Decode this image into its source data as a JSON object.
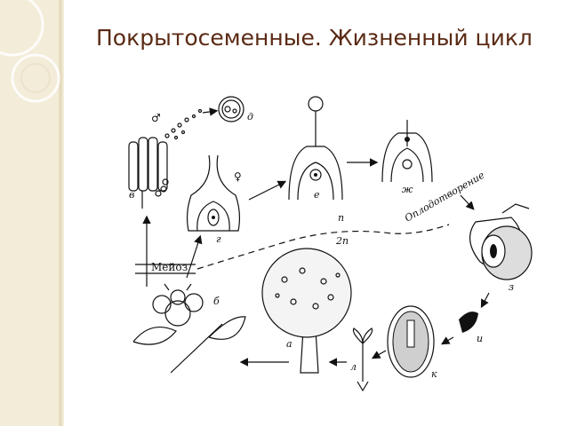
{
  "slide": {
    "title": "Покрытосеменные. Жизненный цикл"
  },
  "diagram": {
    "stage_labels": {
      "a": "а",
      "b": "б",
      "v": "в",
      "g": "г",
      "d": "д",
      "e": "е",
      "zh": "ж",
      "z": "з",
      "i": "и",
      "k": "к",
      "l": "л"
    },
    "annotations": {
      "fertilization": "Оплодотворение",
      "meiosis": "Мейоз",
      "haploid": "n",
      "diploid": "2n",
      "male_symbol": "♂",
      "female_symbol": "♀"
    }
  },
  "colors": {
    "side_panel": "#f3ecd9",
    "title_text": "#5a2a14",
    "line_art": "#111111"
  }
}
